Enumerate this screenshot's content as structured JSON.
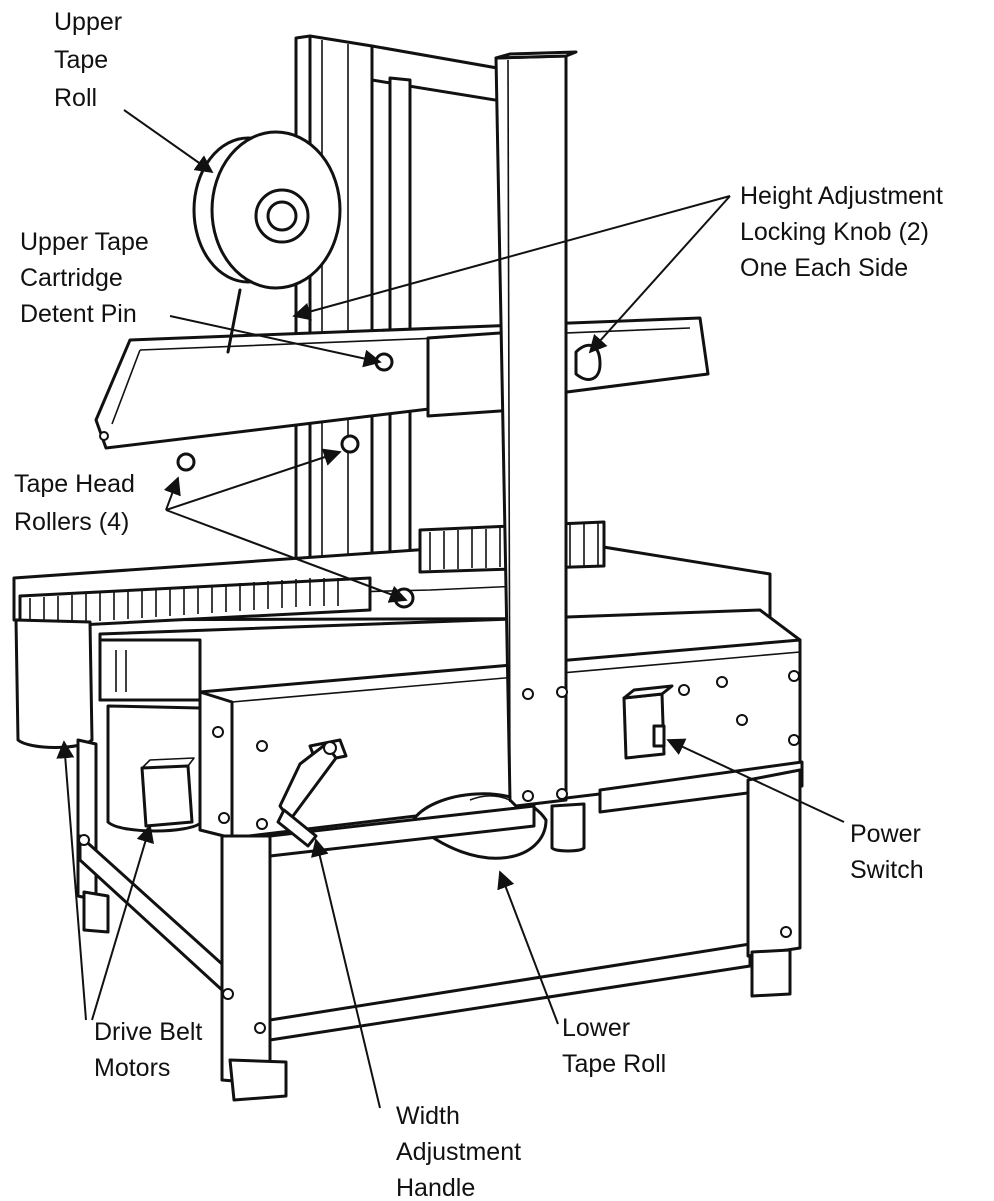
{
  "labels": {
    "upper_tape_roll": [
      "Upper",
      "Tape",
      "Roll"
    ],
    "upper_tape_cartridge_detent_pin": [
      "Upper Tape",
      "Cartridge",
      "Detent Pin"
    ],
    "height_adjustment_locking_knob": [
      "Height Adjustment",
      "Locking Knob (2)",
      "One Each Side"
    ],
    "tape_head_rollers": [
      "Tape Head",
      "Rollers (4)"
    ],
    "power_switch": [
      "Power",
      "Switch"
    ],
    "drive_belt_motors": [
      "Drive Belt",
      "Motors"
    ],
    "lower_tape_roll": [
      "Lower",
      "Tape Roll"
    ],
    "width_adjustment_handle": [
      "Width",
      "Adjustment",
      "Handle"
    ]
  },
  "colors": {
    "line": "#111111",
    "background": "#ffffff"
  }
}
